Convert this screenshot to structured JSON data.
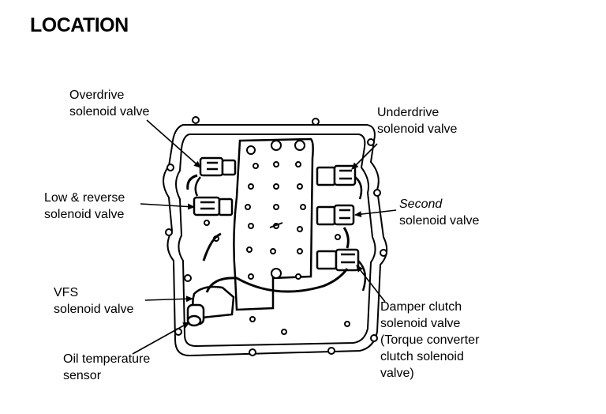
{
  "title": "LOCATION",
  "labels": {
    "overdrive": [
      "Overdrive",
      "solenoid valve"
    ],
    "underdrive": [
      "Underdrive",
      "solenoid valve"
    ],
    "low_reverse": [
      "Low & reverse",
      "solenoid valve"
    ],
    "second": [
      "Second",
      "solenoid valve"
    ],
    "vfs": [
      "VFS",
      "solenoid valve"
    ],
    "damper_clutch": [
      "Damper clutch",
      "solenoid valve",
      "(Torque converter",
      "clutch solenoid",
      "valve)"
    ],
    "oil_temp": [
      "Oil temperature",
      "sensor"
    ]
  },
  "colors": {
    "ink": "#000000",
    "paper": "#ffffff"
  }
}
